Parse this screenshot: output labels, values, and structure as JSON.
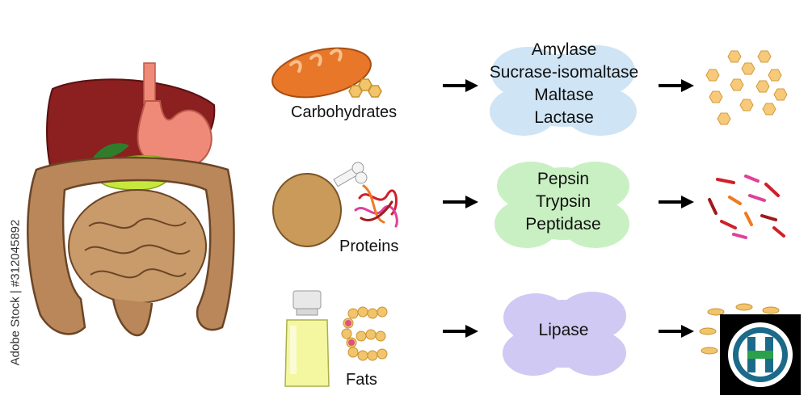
{
  "watermark_text": "Adobe Stock | #312045892",
  "rows": [
    {
      "food": "Carbohydrates",
      "enzymes": [
        "Amylase",
        "Sucrase-isomaltase",
        "Maltase",
        "Lactase"
      ],
      "cloud_color": "#cfe4f4"
    },
    {
      "food": "Proteins",
      "enzymes": [
        "Pepsin",
        "Trypsin",
        "Peptidase"
      ],
      "cloud_color": "#c9f0c2"
    },
    {
      "food": "Fats",
      "enzymes": [
        "Lipase"
      ],
      "cloud_color": "#cfc9f3"
    }
  ],
  "colors": {
    "liver": "#8c1f1f",
    "stomach": "#f08a78",
    "gallbladder": "#c6e83e",
    "intestine": "#b9875a",
    "bread": "#e8772a",
    "hexagon": "#f2c46b",
    "logo": "#1c6a8a"
  },
  "icons": [
    "digestive-system-icon",
    "bread-icon",
    "chicken-leg-icon",
    "oil-bottle-icon",
    "arrow-right-icon",
    "logo-icon"
  ]
}
